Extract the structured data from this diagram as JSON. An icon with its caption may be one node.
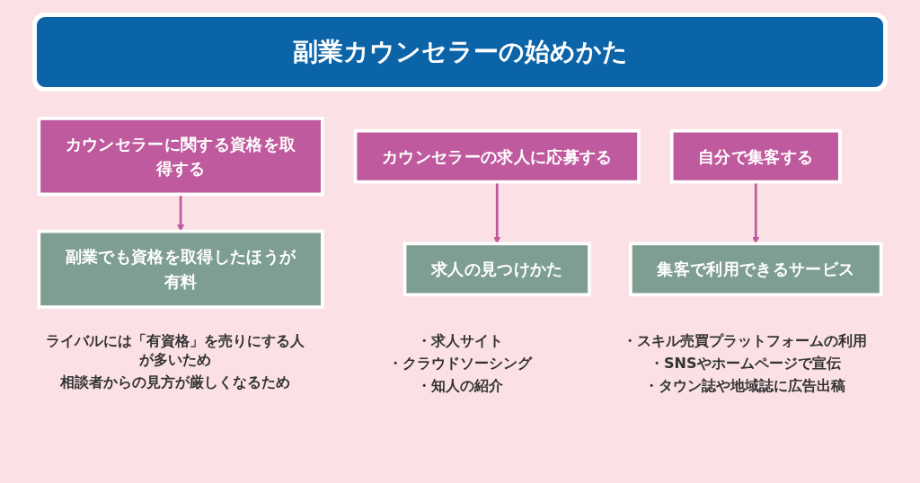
{
  "diagram": {
    "title": "副業カウンセラーの始めかた",
    "nodes": [
      {
        "text": [
          "カウンセラーに関する資格を取得する"
        ]
      },
      {
        "text": [
          "副業でも資格を取得したほうが有料"
        ],
        "beside": [
          "ライバルには「有資格」を売りにする人が多いため",
          "相談者からの見方が厳しくなるため"
        ]
      },
      {
        "text": [
          "カウンセラーの求人に応募する"
        ]
      },
      {
        "text": [
          "求人の見つけかた"
        ],
        "beside": [
          "・求人サイト",
          "・クラウドソーシング",
          "・知人の紹介"
        ]
      },
      {
        "text": [
          "自分で集客する"
        ]
      },
      {
        "text": [
          "集客で利用できるサービス"
        ],
        "beside": [
          "・スキル売買プラットフォームの利用",
          "・SNSやホームページで宣伝",
          "・タウン誌や地域誌に広告出稿"
        ]
      }
    ],
    "edges": [
      {
        "from": 0,
        "to": 1,
        "arrow": "to"
      },
      {
        "from": 2,
        "to": 3,
        "arrow": "to"
      },
      {
        "from": 4,
        "to": 5,
        "arrow": "to"
      }
    ]
  }
}
